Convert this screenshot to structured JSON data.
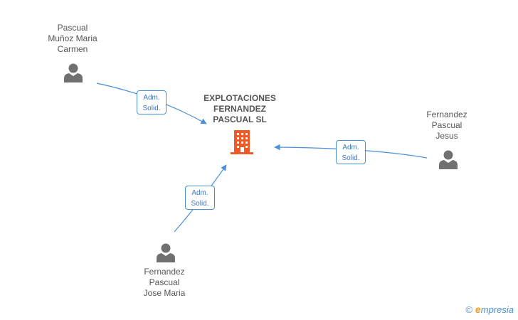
{
  "company": {
    "name_lines": [
      "EXPLOTACIONES",
      "FERNANDEZ",
      "PASCUAL SL"
    ],
    "icon": "building-icon",
    "color": "#f05a28"
  },
  "persons": [
    {
      "id": "p1",
      "name_lines": [
        "Pascual",
        "Muñoz Maria",
        "Carmen"
      ],
      "icon": "person-icon"
    },
    {
      "id": "p2",
      "name_lines": [
        "Fernandez",
        "Pascual",
        "Jesus"
      ],
      "icon": "person-icon"
    },
    {
      "id": "p3",
      "name_lines": [
        "Fernandez",
        "Pascual",
        "Jose Maria"
      ],
      "icon": "person-icon"
    }
  ],
  "relations": [
    {
      "from": "p1",
      "role_lines": [
        "Adm.",
        "Solid."
      ]
    },
    {
      "from": "p2",
      "role_lines": [
        "Adm.",
        "Solid."
      ]
    },
    {
      "from": "p3",
      "role_lines": [
        "Adm.",
        "Solid."
      ]
    }
  ],
  "footer": {
    "copyright": "©",
    "brand_initial": "e",
    "brand_rest": "mpresia"
  },
  "colors": {
    "edge": "#4a90d9",
    "person": "#707070",
    "text": "#555555"
  }
}
